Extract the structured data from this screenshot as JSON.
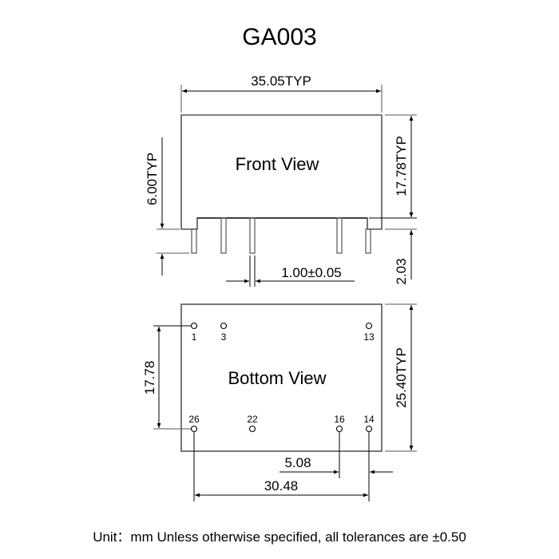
{
  "title": "GA003",
  "front_view": {
    "label": "Front View",
    "width_dim": "35.05TYP",
    "height_dim": "17.78TYP",
    "standoff_dim": "6.00TYP",
    "pin_length_dim": "2.03",
    "pin_width_dim": "1.00±0.05"
  },
  "bottom_view": {
    "label": "Bottom View",
    "height_dim": "25.40TYP",
    "row_spacing_dim": "17.78",
    "pin_pitch_dim": "5.08",
    "span_dim": "30.48",
    "pins": {
      "p1": "1",
      "p3": "3",
      "p13": "13",
      "p26": "26",
      "p22": "22",
      "p16": "16",
      "p14": "14"
    }
  },
  "footer_note": "Unit：mm Unless otherwise specified, all tolerances are ±0.50",
  "colors": {
    "line": "#000000",
    "outline": "#555555"
  }
}
